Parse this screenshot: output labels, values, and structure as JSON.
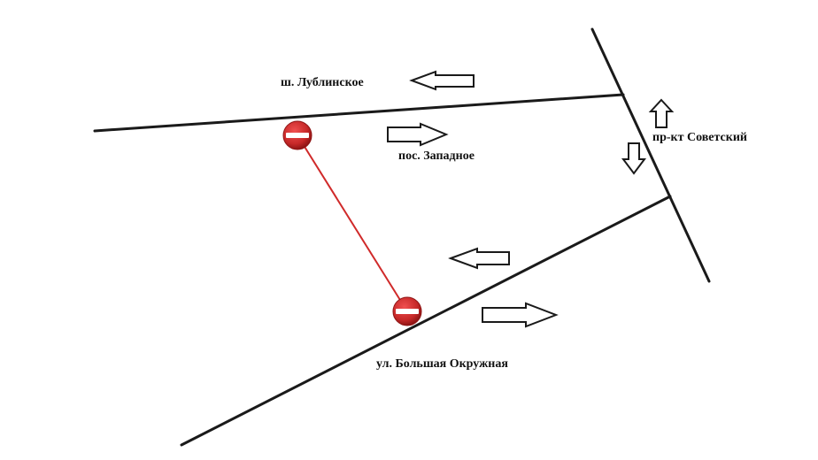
{
  "map": {
    "labels": {
      "lublinskoe": "ш. Лублинское",
      "zapadnoe": "пос. Западное",
      "sovetsky": "пр-кт Советский",
      "bolshaya_okruzhnaya": "ул. Большая Окружная"
    },
    "colors": {
      "road": "#1a1a1a",
      "closure_segment": "#d02a2a",
      "sign_red": "#c62828",
      "sign_bar": "#ffffff"
    },
    "arrows": [
      {
        "name": "lublinskoe-westbound-arrow-icon",
        "direction": "left"
      },
      {
        "name": "zapadnoe-eastbound-arrow-icon",
        "direction": "right"
      },
      {
        "name": "sovetsky-northbound-arrow-icon",
        "direction": "up"
      },
      {
        "name": "sovetsky-southbound-arrow-icon",
        "direction": "down"
      },
      {
        "name": "okruzhnaya-westbound-arrow-icon",
        "direction": "left"
      },
      {
        "name": "okruzhnaya-eastbound-arrow-icon",
        "direction": "right"
      }
    ],
    "signs": [
      {
        "name": "no-entry-sign-north-icon",
        "type": "no-entry"
      },
      {
        "name": "no-entry-sign-south-icon",
        "type": "no-entry"
      }
    ]
  }
}
